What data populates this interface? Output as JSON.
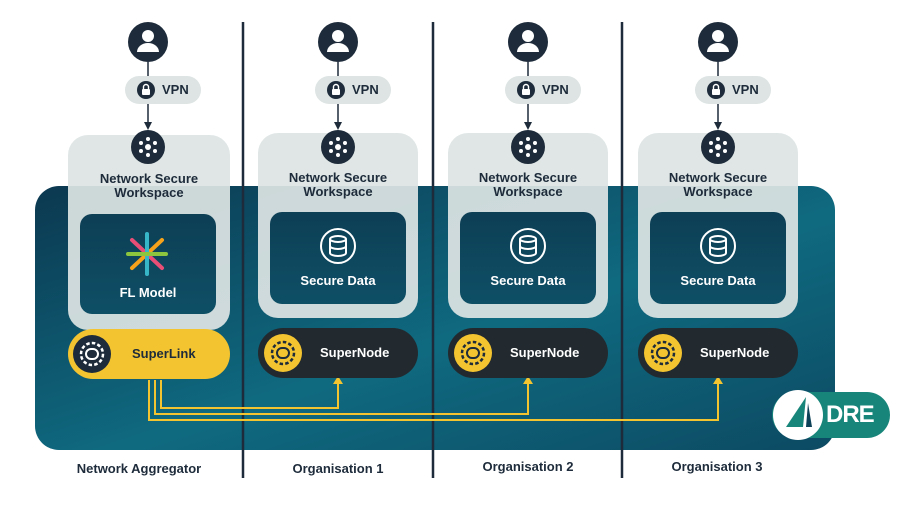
{
  "workspace_title": "Network Secure Workspace",
  "vpn_label": "VPN",
  "columns": [
    {
      "label": "Network Aggregator",
      "card_label": "FL Model",
      "node_label": "SuperLink"
    },
    {
      "label": "Organisation 1",
      "card_label": "Secure Data",
      "node_label": "SuperNode"
    },
    {
      "label": "Organisation 2",
      "card_label": "Secure Data",
      "node_label": "SuperNode"
    },
    {
      "label": "Organisation 3",
      "card_label": "Secure Data",
      "node_label": "SuperNode"
    }
  ],
  "logo_text": "DRE",
  "colors": {
    "dark_navy": "#1d2b3a",
    "teal_dark": "#0d4157",
    "teal": "#0f6a80",
    "workspace_bg": "#dde4e3",
    "superlink_yellow": "#f4c430",
    "node_dark": "#222a2f",
    "logo_teal": "#17857a"
  },
  "icons": [
    "user-icon",
    "lock-icon",
    "network-hub-icon",
    "database-icon",
    "fl-model-icon",
    "gear-icon",
    "dre-logo-icon"
  ]
}
